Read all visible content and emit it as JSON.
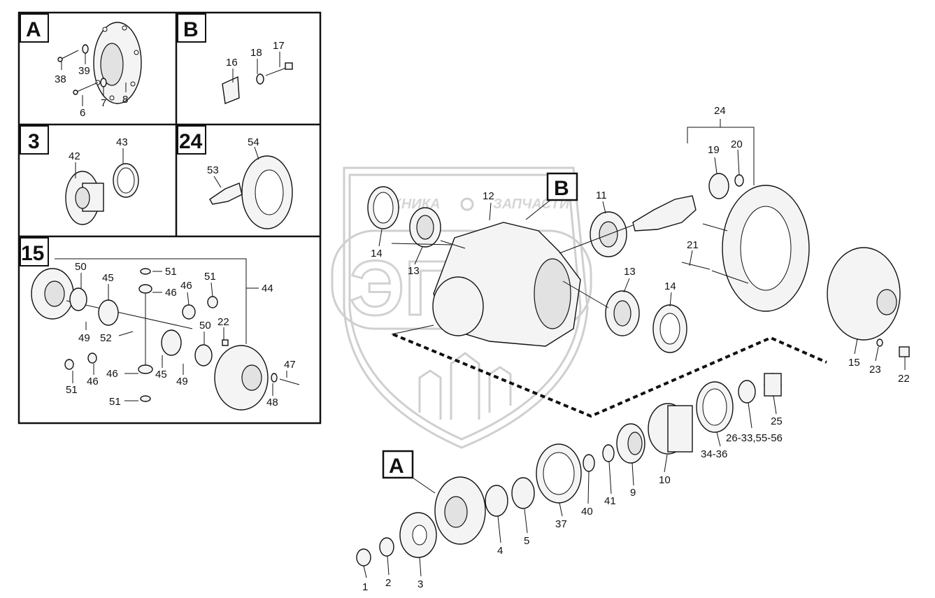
{
  "watermark": {
    "text_left": "ТЕХНИКА",
    "text_right": "ЗАПЧАСТИ",
    "logo_text": "ЭПФ"
  },
  "insets": {
    "A": {
      "tag": "A",
      "labels": [
        "38",
        "39",
        "8",
        "6",
        "7"
      ]
    },
    "B": {
      "tag": "B",
      "labels": [
        "16",
        "18",
        "17"
      ]
    },
    "c3": {
      "tag": "3",
      "labels": [
        "42",
        "43"
      ]
    },
    "c24": {
      "tag": "24",
      "labels": [
        "53",
        "54"
      ]
    },
    "c15": {
      "tag": "15",
      "labels": [
        "50",
        "45",
        "51",
        "46",
        "46",
        "51",
        "44",
        "49",
        "52",
        "50",
        "22",
        "51",
        "46",
        "46",
        "45",
        "49",
        "47",
        "51",
        "48"
      ]
    }
  },
  "main": {
    "callout_B": "B",
    "callout_A": "A",
    "labels": {
      "p24": "24",
      "p19": "19",
      "p20": "20",
      "p12": "12",
      "p11": "11",
      "p14a": "14",
      "p13a": "13",
      "p21": "21",
      "p13b": "13",
      "p14b": "14",
      "p15": "15",
      "p23": "23",
      "p22": "22",
      "p25": "25",
      "p26": "26-33,55-56",
      "p34": "34-36",
      "p10": "10",
      "p9": "9",
      "p41": "41",
      "p40": "40",
      "p37": "37",
      "p5": "5",
      "p4": "4",
      "p3": "3",
      "p2": "2",
      "p1": "1"
    }
  }
}
